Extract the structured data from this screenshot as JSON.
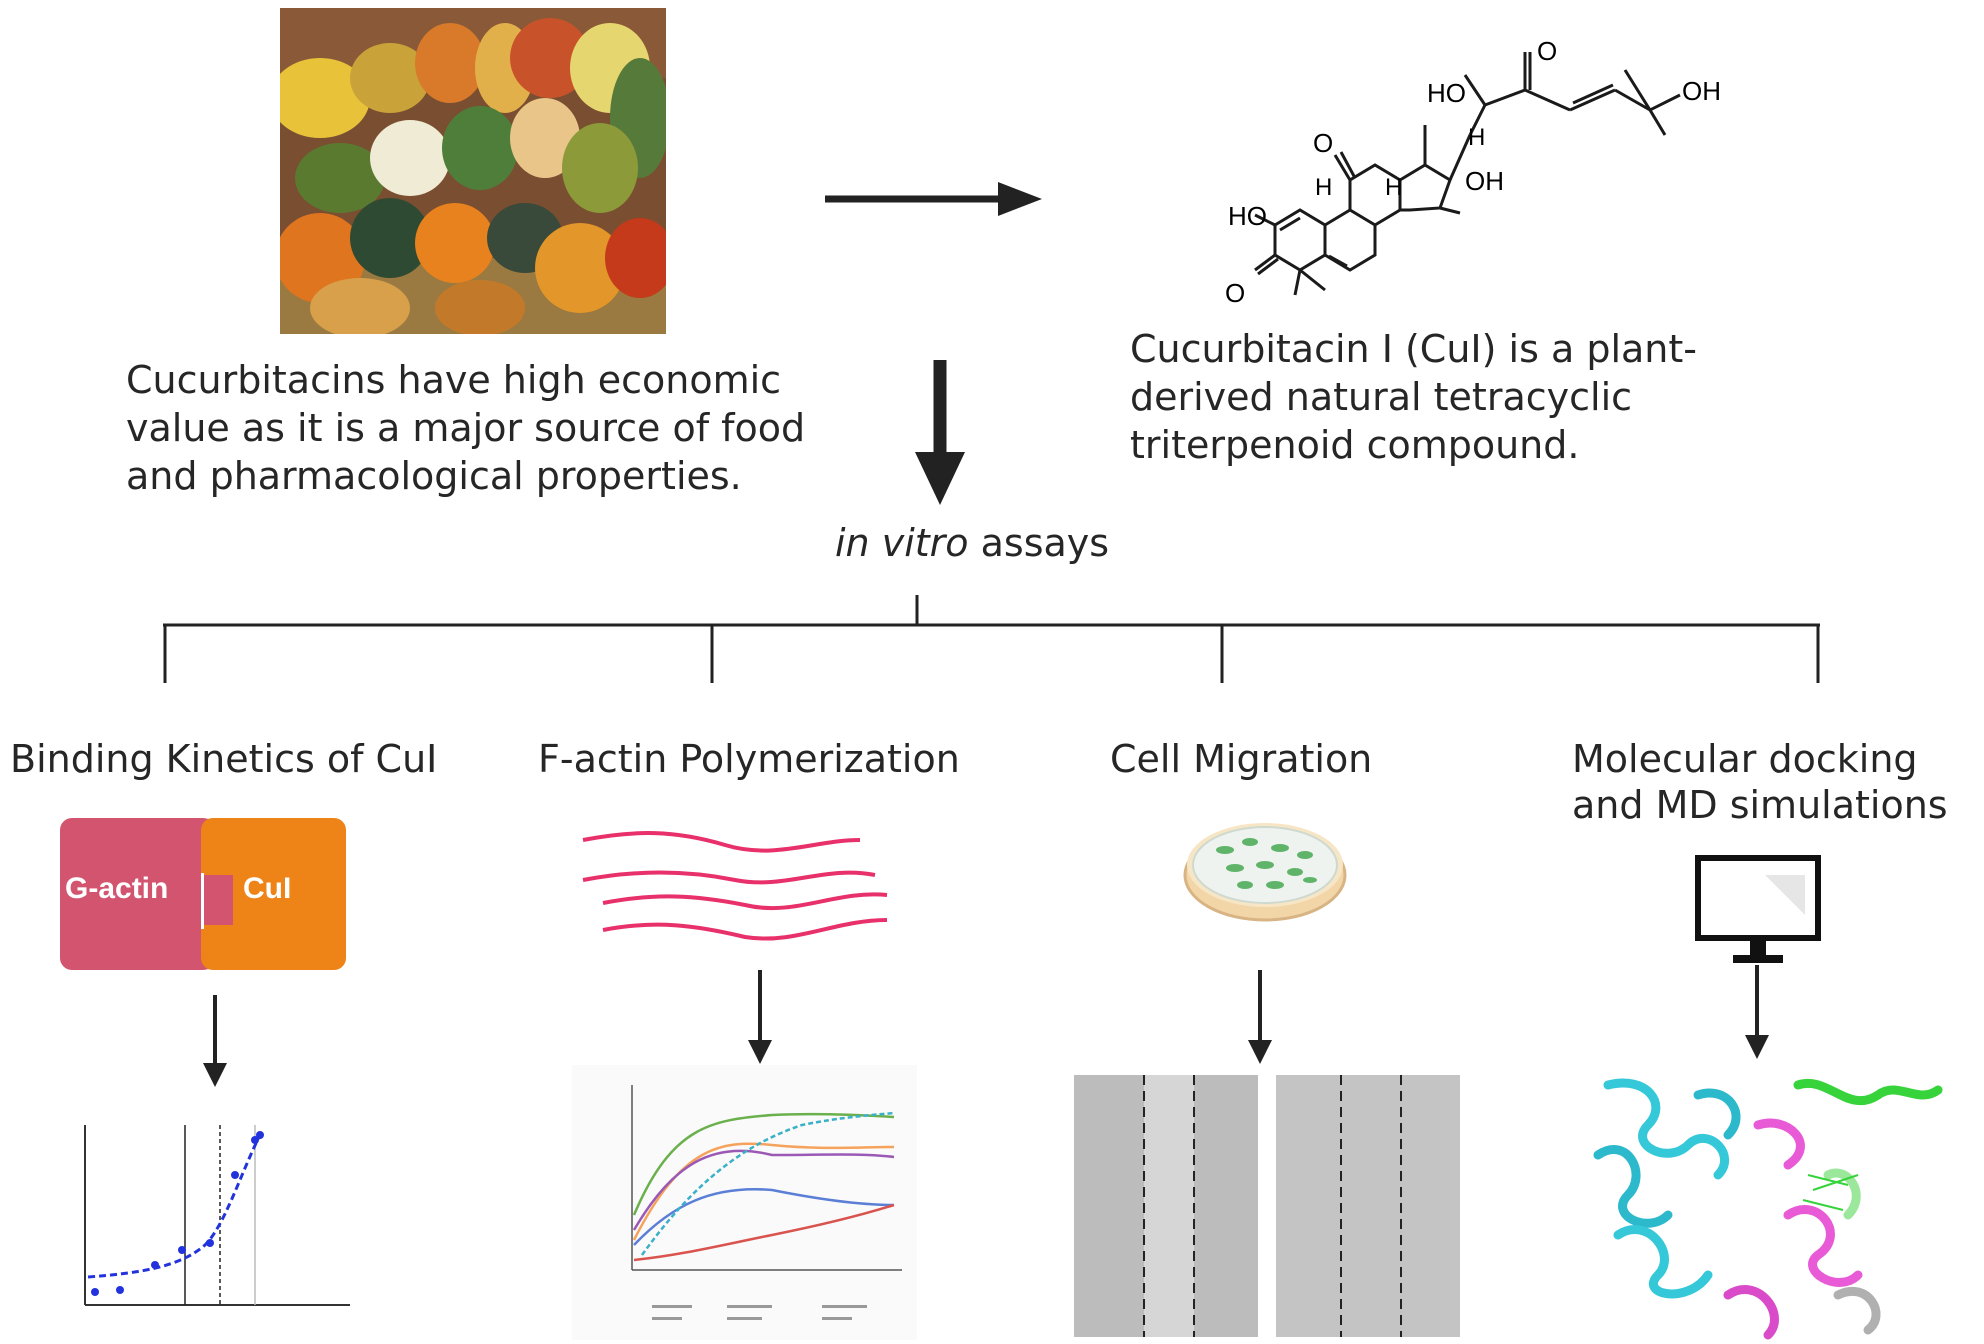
{
  "top": {
    "source_caption": "Cucurbitacins have high economic value as it is a major source of food and pharmacological properties.",
    "compound_caption": "Cucurbitacin I (CuI) is a plant-derived natural tetracyclic triterpenoid compound.",
    "molecule_labels": {
      "oh_top": "HO",
      "oh_right": "OH",
      "oh_ring": "OH",
      "ho_left": "HO",
      "o_top": "O",
      "o_ketone": "O",
      "o_bottom": "O",
      "h1": "H",
      "h2": "H",
      "h3": "H"
    }
  },
  "assays": {
    "italic": "in vitro",
    "rest": " assays"
  },
  "branches": [
    {
      "title": "Binding Kinetics of CuI",
      "puzzle_left": "G-actin",
      "puzzle_right": "CuI",
      "colors": {
        "left": "#d2546e",
        "right": "#ee8417"
      }
    },
    {
      "title": "F-actin Polymerization"
    },
    {
      "title": "Cell Migration"
    },
    {
      "title": "Molecular docking and MD simulations"
    }
  ],
  "colors": {
    "filament": "#e8306a",
    "arrow": "#222222"
  }
}
